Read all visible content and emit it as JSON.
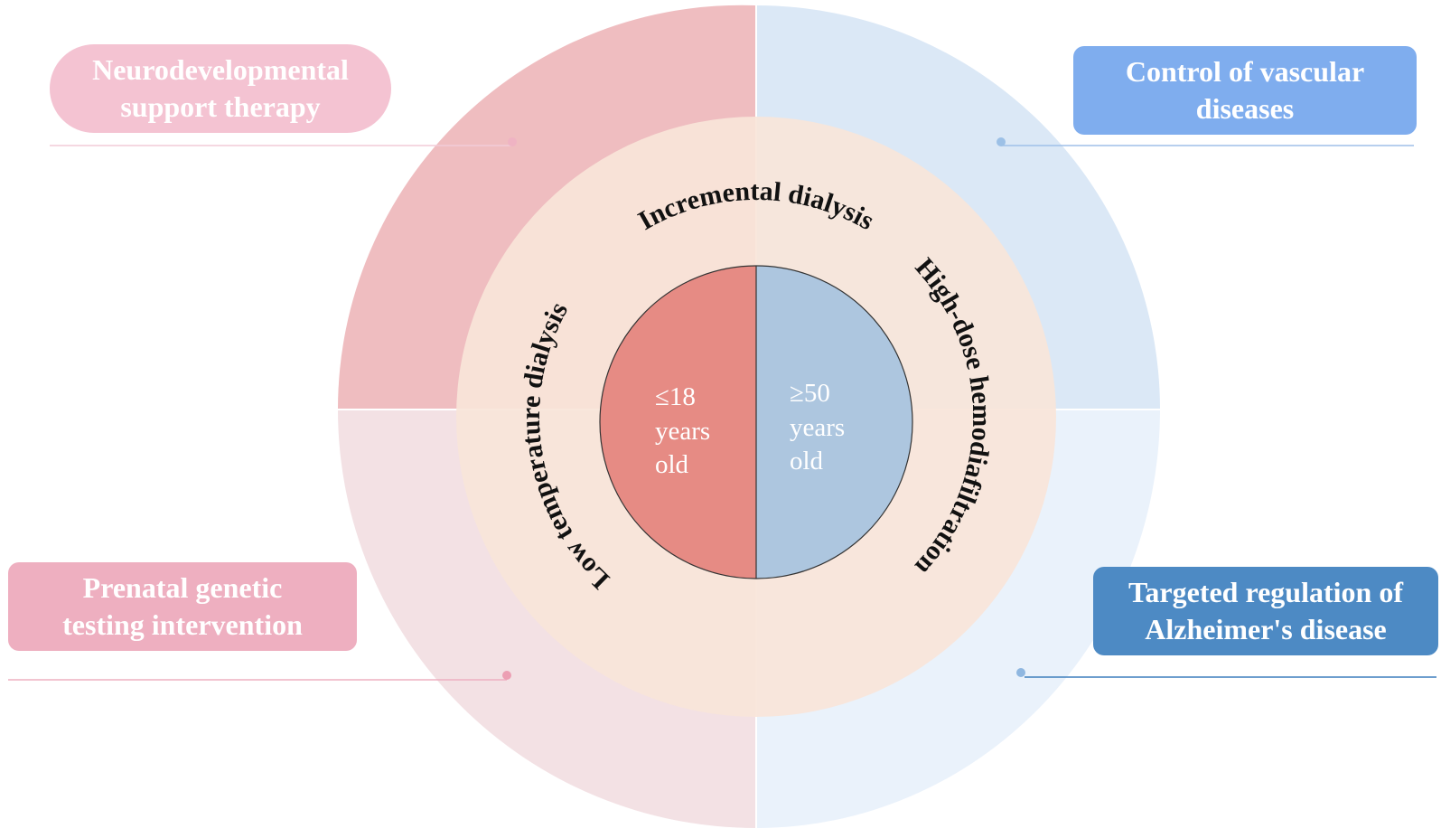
{
  "ring_text": {
    "top": "Incremental dialysis",
    "right": "High-dose hemodiafiltration",
    "left": "Low temperature dialysis"
  },
  "center": {
    "left": {
      "line1": "≤18",
      "line2": "years",
      "line3": "old"
    },
    "right": {
      "line1": "≥50",
      "line2": "years",
      "line3": "old"
    }
  },
  "labels": {
    "top_left": {
      "line1": "Neurodevelopmental",
      "line2": "support therapy"
    },
    "top_right": {
      "line1": "Control of vascular",
      "line2": "diseases"
    },
    "bottom_left": {
      "line1": "Prenatal genetic",
      "line2": "testing intervention"
    },
    "bottom_right": {
      "line1": "Targeted regulation of",
      "line2": "Alzheimer's disease"
    }
  },
  "colors": {
    "quadrant_top_left": "#efbdc0",
    "quadrant_top_right": "#dbe8f6",
    "quadrant_bottom_left": "#f3e1e4",
    "quadrant_bottom_right": "#eaf2fb",
    "middle_ring": "#f8e5d9",
    "center_left": "#e68b84",
    "center_right": "#adc6df"
  }
}
